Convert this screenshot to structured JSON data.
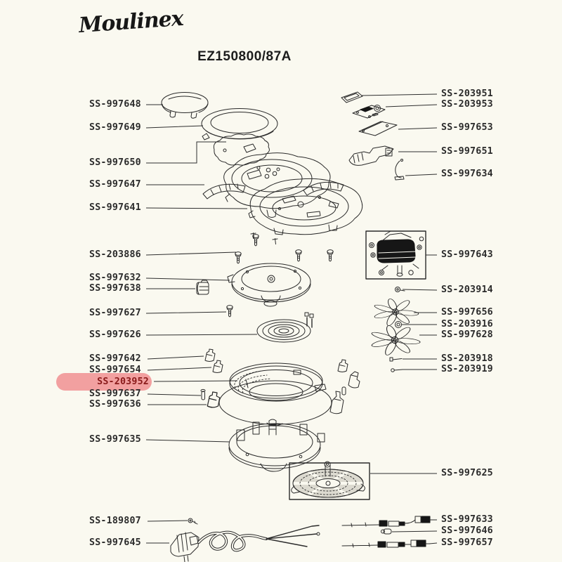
{
  "brand": {
    "logo": "Moulinex"
  },
  "diagram": {
    "title": "EZ150800/87A"
  },
  "highlight": {
    "part": "SS-203952",
    "color": "#f2a0a0",
    "text_color": "#8a1a1a"
  },
  "labels": {
    "left": [
      {
        "text": "SS-997648"
      },
      {
        "text": "SS-997649"
      },
      {
        "text": "SS-997650"
      },
      {
        "text": "SS-997647"
      },
      {
        "text": "SS-997641"
      },
      {
        "text": "SS-203886"
      },
      {
        "text": "SS-997632"
      },
      {
        "text": "SS-997638"
      },
      {
        "text": "SS-997627"
      },
      {
        "text": "SS-997626"
      },
      {
        "text": "SS-997642"
      },
      {
        "text": "SS-997654"
      },
      {
        "text": "SS-203952"
      },
      {
        "text": "SS-997637"
      },
      {
        "text": "SS-997636"
      },
      {
        "text": "SS-997635"
      },
      {
        "text": "SS-189807"
      },
      {
        "text": "SS-997645"
      }
    ],
    "right": [
      {
        "text": "SS-203951"
      },
      {
        "text": "SS-203953"
      },
      {
        "text": "SS-997653"
      },
      {
        "text": "SS-997651"
      },
      {
        "text": "SS-997634"
      },
      {
        "text": "SS-997643"
      },
      {
        "text": "SS-203914"
      },
      {
        "text": "SS-997656"
      },
      {
        "text": "SS-203916"
      },
      {
        "text": "SS-997628"
      },
      {
        "text": "SS-203918"
      },
      {
        "text": "SS-203919"
      },
      {
        "text": "SS-997625"
      },
      {
        "text": "SS-997633"
      },
      {
        "text": "SS-997646"
      },
      {
        "text": "SS-997657"
      }
    ]
  }
}
